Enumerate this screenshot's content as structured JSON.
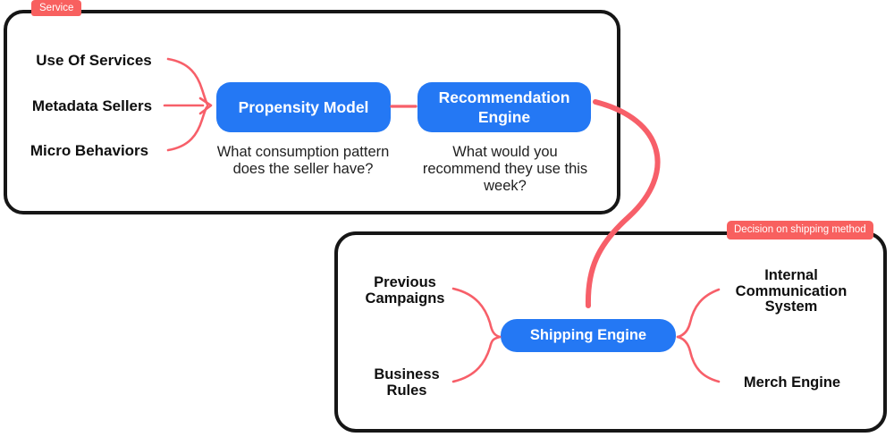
{
  "colors": {
    "accent_red": "#F75F69",
    "tag_red": "#F8605F",
    "node_blue": "#2478F4",
    "panel_border": "#161616",
    "panel_bg": "#FFFFFF",
    "label_text": "#0F0F0F",
    "caption_text": "#1F1F1F",
    "node_text": "#FFFFFF"
  },
  "service_panel": {
    "tag": "Service",
    "inputs": [
      "Use Of Services",
      "Metadata Sellers",
      "Micro Behaviors"
    ],
    "nodes": [
      "Propensity Model",
      "Recommendation Engine"
    ],
    "captions": [
      "What consumption pattern does the seller have?",
      "What would you recommend they use this week?"
    ]
  },
  "shipping_panel": {
    "tag": "Decision on shipping method",
    "inputs": [
      "Previous Campaigns",
      "Business Rules"
    ],
    "node": "Shipping Engine",
    "outputs": [
      "Internal Communication System",
      "Merch Engine"
    ]
  }
}
